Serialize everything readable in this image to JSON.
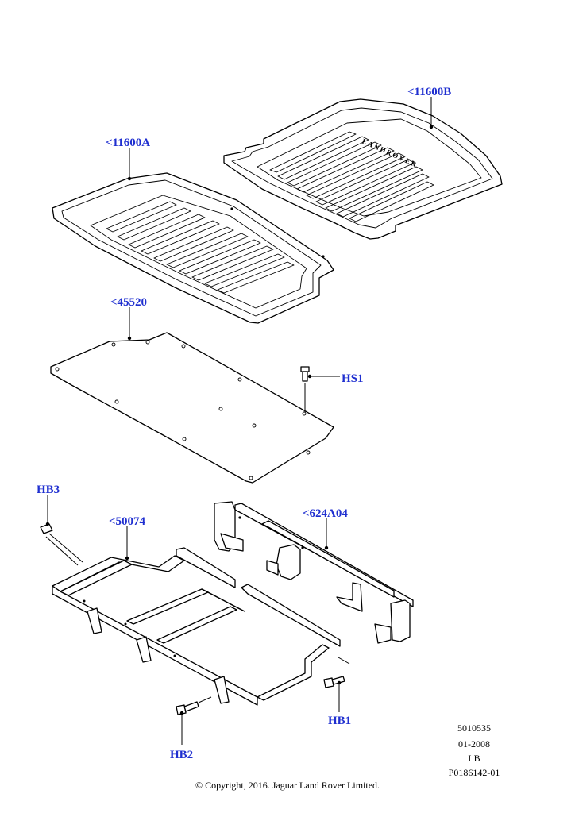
{
  "callouts": {
    "c11600b": "<11600B",
    "c11600a": "<11600A",
    "c45520": "<45520",
    "hs1": "HS1",
    "hb3": "HB3",
    "c50074": "<50074",
    "c624a04": "<624A04",
    "hb1": "HB1",
    "hb2": "HB2"
  },
  "mat_marking": "LANDROVER",
  "info_block": {
    "line1": "5010535",
    "line2": "01-2008",
    "line3": "LB",
    "line4": "P0186142-01"
  },
  "copyright": "© Copyright, 2016. Jaguar Land Rover Limited.",
  "colors": {
    "callout": "#1f2fd0",
    "line": "#000000"
  }
}
